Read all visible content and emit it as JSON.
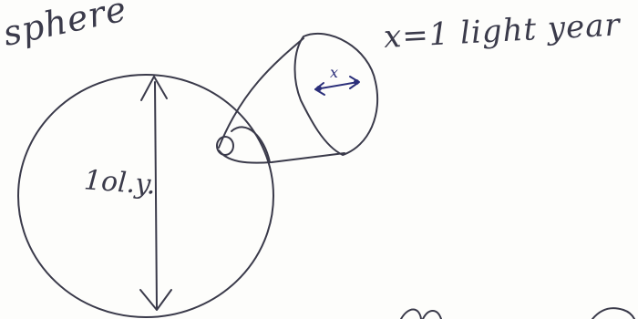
{
  "labels": {
    "sphere": "sphere",
    "distance": "x=1 light year",
    "volume": "1ol.y.",
    "cone_x": "x",
    "center_mark": "o"
  },
  "colors": {
    "ink": "#3a3a4a",
    "pen_blue": "#2b2f7a",
    "paper": "#fdfdfb"
  }
}
